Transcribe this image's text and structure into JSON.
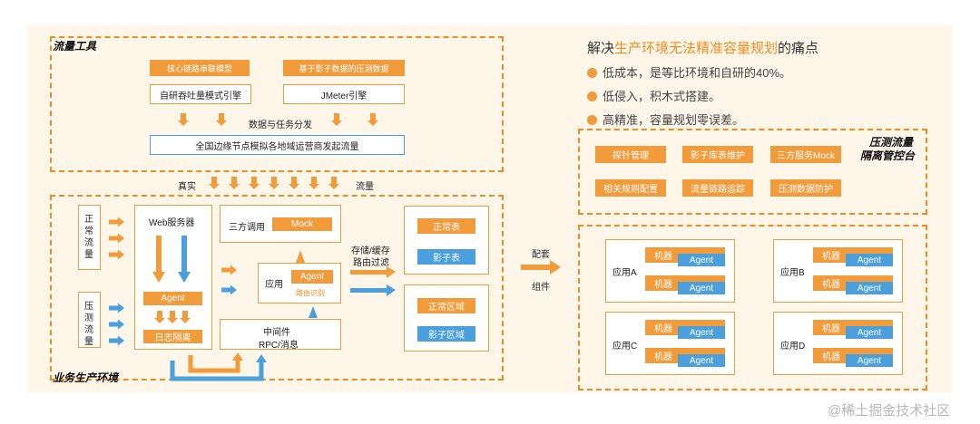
{
  "traffic_tools": {
    "title": "流量工具",
    "core_link": "核心链路串联模型",
    "shadow_data": "基于影子数据的压测数据",
    "engine_self": "自研吞吐量模式引擎",
    "engine_jmeter": "JMeter引擎",
    "data_dist": "数据与任务分发",
    "national": "全国边缘节点模拟各地域运营商发起流量"
  },
  "real_traffic": {
    "left": "真实",
    "right": "流量"
  },
  "production": {
    "title": "业务生产环境",
    "normal_traffic": "正常流量",
    "stress_traffic": "压测流量",
    "web_server": "Web服务器",
    "agent": "Agent",
    "log_isolation": "日志隔离",
    "third_party": "三方调用",
    "mock": "Mock",
    "app": "应用",
    "app_agent": "Agent",
    "routing": "路由识别",
    "middleware": "中间件",
    "rpc": "RPC/消息",
    "storage_label_1": "存储/缓存",
    "storage_label_2": "路由过滤",
    "normal_table": "正常表",
    "shadow_table": "影子表",
    "normal_region": "正常区域",
    "shadow_region": "影子区域"
  },
  "matching": {
    "line1": "配套",
    "line2": "组件"
  },
  "pain_points": {
    "prefix": "解决",
    "highlight": "生产环境无法精准容量规划",
    "suffix": "的痛点",
    "items": [
      "低成本，是等比环境和自研的40%。",
      "低侵入，积木式搭建。",
      "高精准，容量规划零误差。"
    ]
  },
  "console": {
    "title_1": "压测流量",
    "title_2": "隔离管控台",
    "items": [
      "探针管理",
      "影子库表维护",
      "三方服务Mock",
      "相关规则配置",
      "流量链路追踪",
      "压测数据防护"
    ]
  },
  "apps": {
    "machine": "机器",
    "agent": "Agent",
    "names": [
      "应用A",
      "应用B",
      "应用C",
      "应用D"
    ]
  },
  "watermark": "@稀土掘金技术社区",
  "colors": {
    "orange": "#f29b3b",
    "blue": "#4a9fdc",
    "dash": "#f08c1e"
  }
}
